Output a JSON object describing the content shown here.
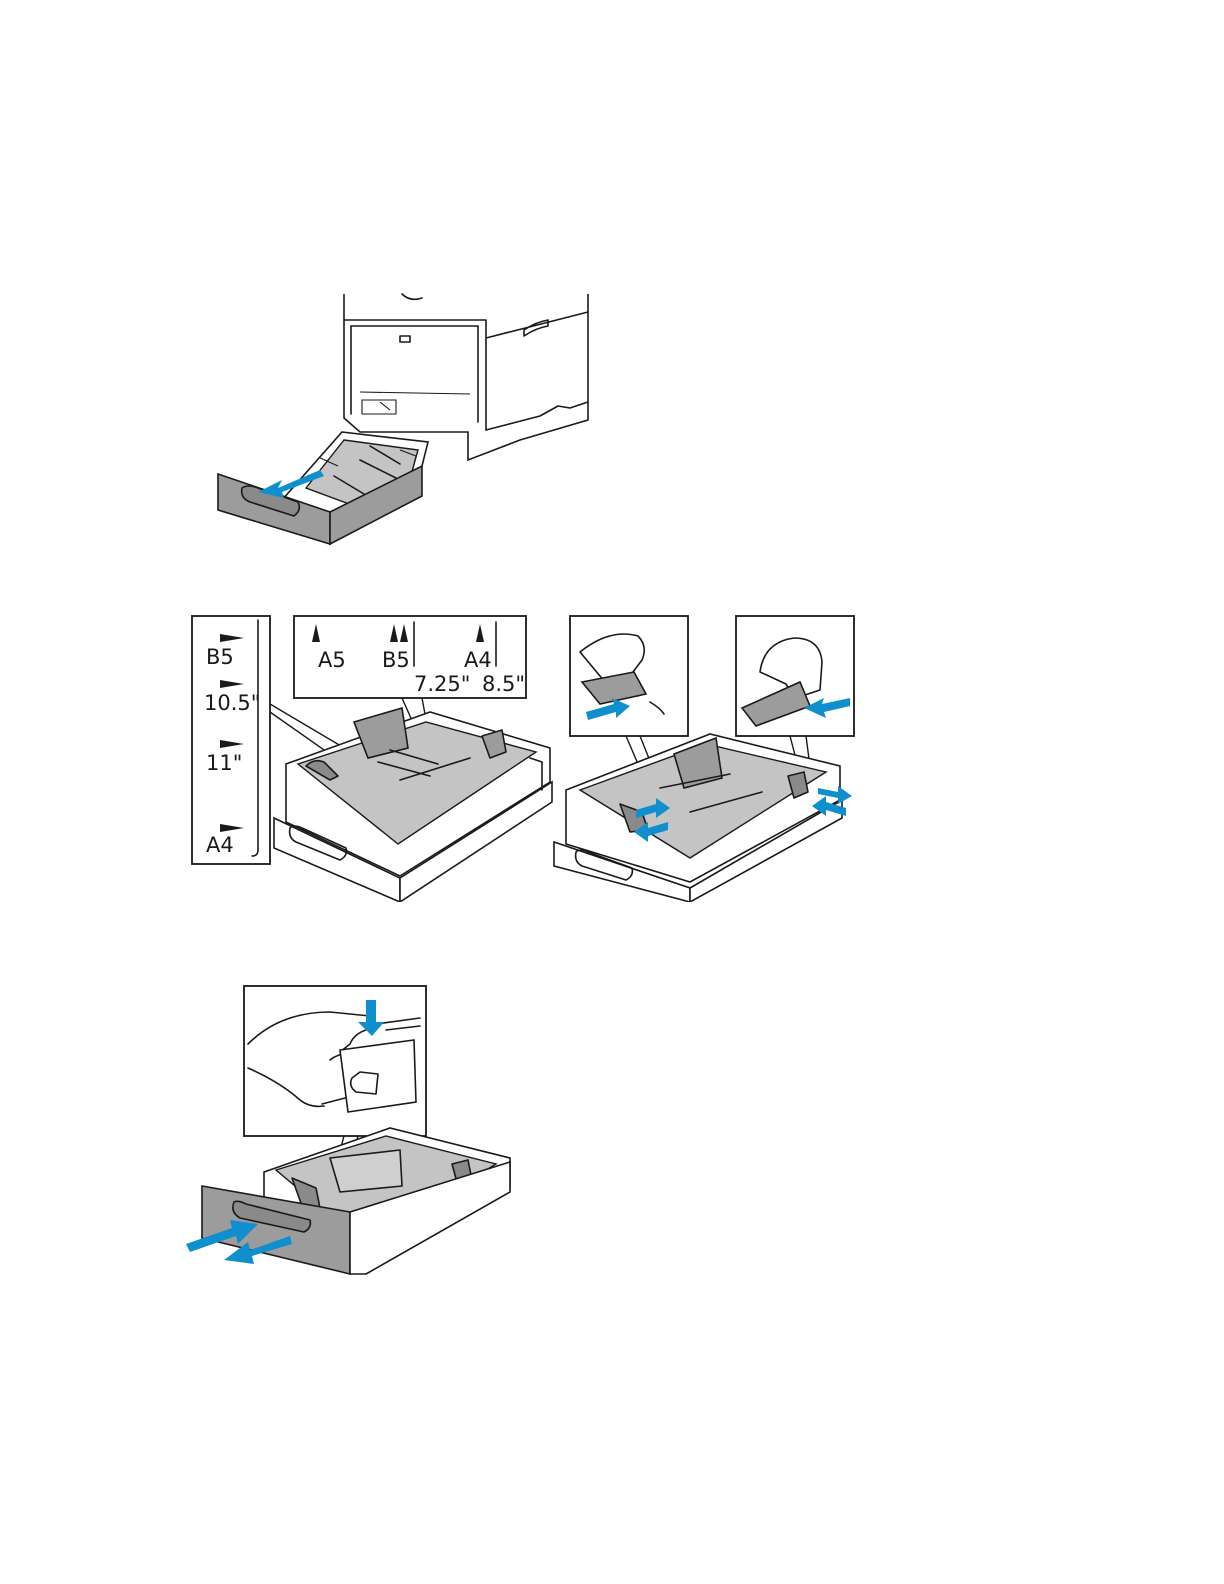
{
  "figures": {
    "step1": {
      "subject": "paper tray pulled out of printer"
    },
    "step2": {
      "scale_side": {
        "labels": [
          "B5",
          "10.5\"",
          "11\"",
          "A4"
        ]
      },
      "scale_top": {
        "labels": [
          "A5",
          "B5",
          "A4",
          "7.25\"",
          "8.5\""
        ]
      }
    },
    "step3": {
      "subject": "paper tray being inserted"
    }
  },
  "colors": {
    "arrow": "#0f8fcd",
    "tray_front": "#9c9c9c",
    "ink": "#1a1a1a"
  }
}
